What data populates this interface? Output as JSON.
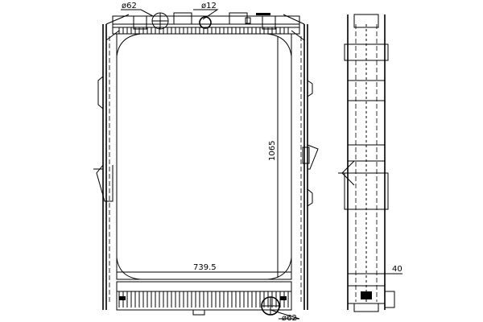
{
  "drawing": {
    "title": "Radiator technical drawing",
    "dimensions": {
      "top_inlet_diameter": "ø62",
      "vent_diameter": "ø12",
      "core_height": "1065",
      "core_width": "739.5",
      "depth": "40",
      "bottom_outlet_diameter": "ø62"
    }
  }
}
